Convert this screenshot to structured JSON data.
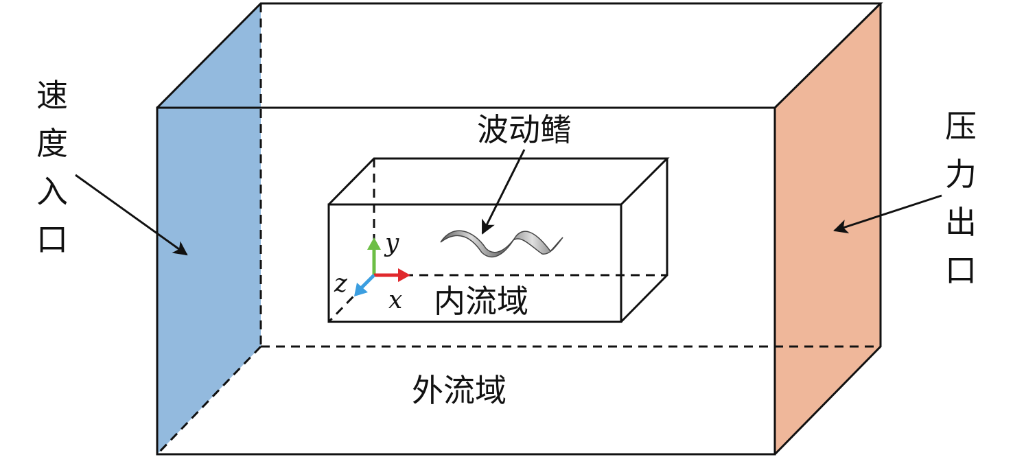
{
  "labels": {
    "velocity_inlet": "速度入口",
    "pressure_outlet": "压力出口",
    "undulating_fin": "波动鳍",
    "inner_domain": "内流域",
    "outer_domain": "外流域"
  },
  "axes": {
    "x": "x",
    "y": "y",
    "z": "z"
  },
  "colors": {
    "inlet_face": "#93bade",
    "outlet_face": "#efb79a",
    "edges": "#111111",
    "axis_x": "#e0282c",
    "axis_y": "#6cbe45",
    "axis_z": "#3b9ee0",
    "fin": "#9a9a9a"
  }
}
